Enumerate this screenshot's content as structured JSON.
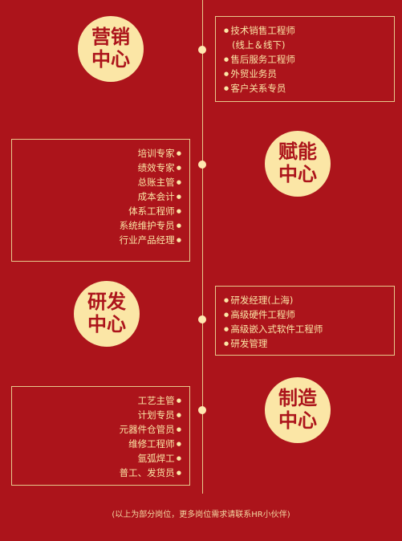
{
  "sections": [
    {
      "title_line1": "营销",
      "title_line2": "中心",
      "items": [
        "技术销售工程师",
        "(线上＆线下)",
        "售后服务工程师",
        "外贸业务员",
        "客户关系专员"
      ]
    },
    {
      "title_line1": "赋能",
      "title_line2": "中心",
      "items": [
        "培训专家",
        "绩效专家",
        "总账主管",
        "成本会计",
        "体系工程师",
        "系统维护专员",
        "行业产品经理"
      ]
    },
    {
      "title_line1": "研发",
      "title_line2": "中心",
      "items": [
        "研发经理(上海)",
        "高级硬件工程师",
        "高级嵌入式软件工程师",
        "研发管理"
      ]
    },
    {
      "title_line1": "制造",
      "title_line2": "中心",
      "items": [
        "工艺主管",
        "计划专员",
        "元器件仓管员",
        "维修工程师",
        "氩弧焊工",
        "普工、发货员"
      ]
    }
  ],
  "footer_note": "(以上为部分岗位，更多岗位需求请联系HR小伙伴)",
  "colors": {
    "background": "#ac141b",
    "accent": "#fbe6a6"
  }
}
